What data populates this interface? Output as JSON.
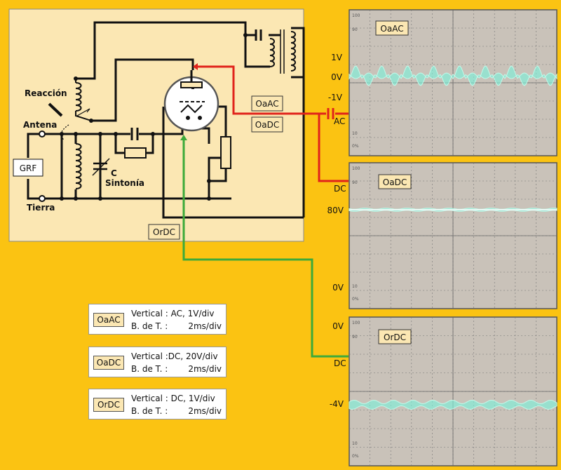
{
  "circuit": {
    "reaccion_label": "Reacción",
    "antena_label": "Antena",
    "tierra_label": "Tierra",
    "grf_label": "GRF",
    "c_label": "C",
    "sintonia_label": "Sintonía",
    "probe_oaac": "OaAC",
    "probe_oadc": "OaDC",
    "probe_ordc": "OrDC"
  },
  "connectors": {
    "ac_label": "AC",
    "dc_label_upper": "DC",
    "dc_label_lower": "DC"
  },
  "scope_grid_labels": [
    "100",
    "90",
    "10",
    "0%"
  ],
  "scopes": [
    {
      "tag": "OaAC",
      "labels": [
        "1V",
        "0V",
        "-1V"
      ]
    },
    {
      "tag": "OaDC",
      "labels": [
        "80V",
        "0V"
      ]
    },
    {
      "tag": "OrDC",
      "labels": [
        "0V",
        "-4V"
      ]
    }
  ],
  "legend": [
    {
      "tag": "OaAC",
      "line1_label": "Vertical : AC, 1V/div",
      "line2_label": "B. de T. :",
      "line2_value": "2ms/div"
    },
    {
      "tag": "OaDC",
      "line1_label": "Vertical :DC, 20V/div",
      "line2_label": "B. de T. :",
      "line2_value": "2ms/div"
    },
    {
      "tag": "OrDC",
      "line1_label": "Vertical : DC, 1V/div",
      "line2_label": "B. de T. :",
      "line2_value": "2ms/div"
    }
  ],
  "colors": {
    "background": "#FBC312",
    "panel": "#FBE7B3",
    "wire_red": "#E0231B",
    "wire_green": "#3DAA3A",
    "trace": "#7FF0D8"
  }
}
